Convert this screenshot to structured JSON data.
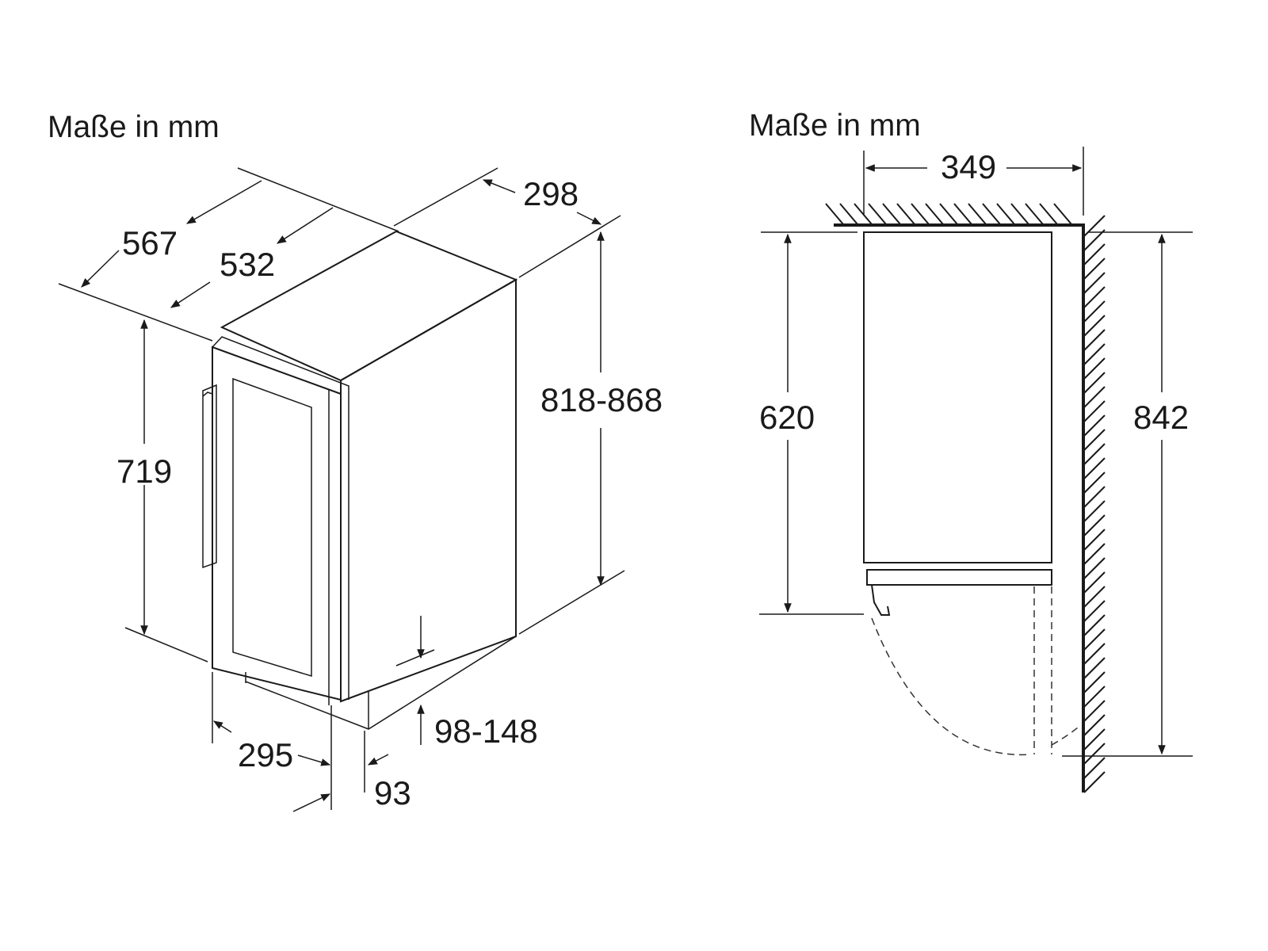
{
  "left_view": {
    "title": "Maße in mm",
    "dims": {
      "d567": "567",
      "d532": "532",
      "d298": "298",
      "d818_868": "818-868",
      "d719": "719",
      "d295": "295",
      "d93": "93",
      "d98_148": "98-148"
    }
  },
  "right_view": {
    "title": "Maße in mm",
    "dims": {
      "d349": "349",
      "d620": "620",
      "d842": "842"
    }
  }
}
